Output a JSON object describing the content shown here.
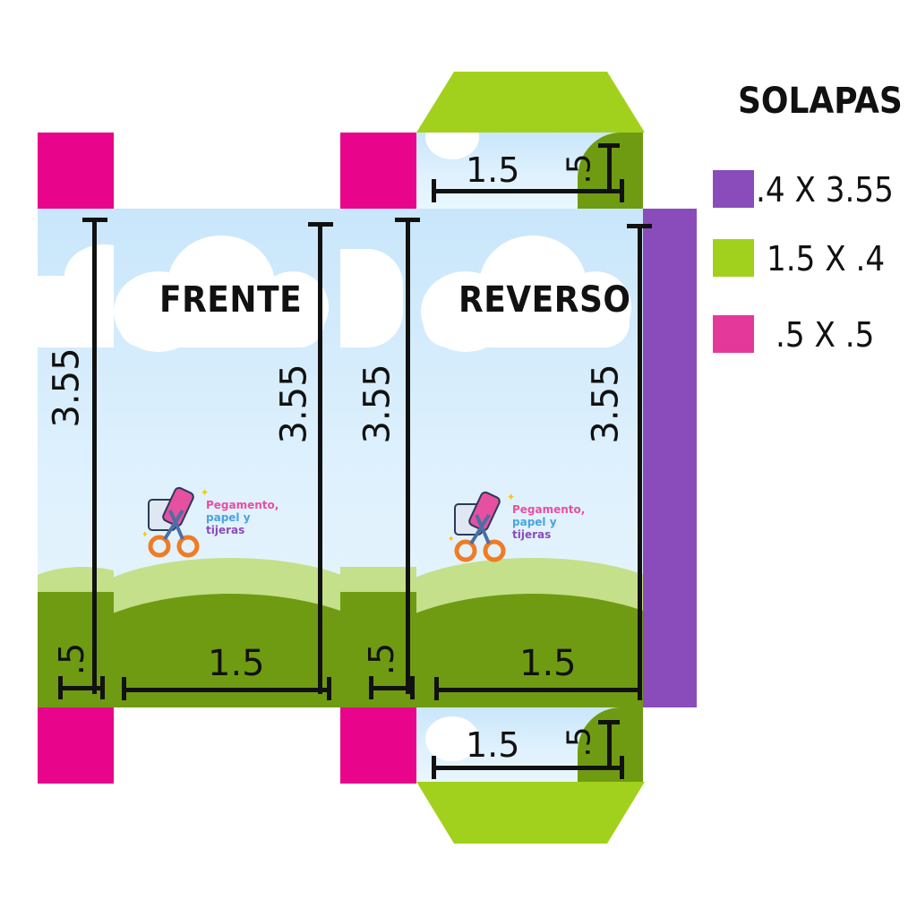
{
  "panels": {
    "front_title": "FRENTE",
    "back_title": "REVERSO"
  },
  "dimensions": {
    "height_label": "3.55",
    "width_label": "1.5",
    "side_label": ".5"
  },
  "logo": {
    "line1": "Pegamento,",
    "line2": "papel y",
    "line3": "tijeras"
  },
  "legend": {
    "title": "SOLAPAS",
    "items": [
      {
        "label": ".4 X 3.55",
        "color": "#8a4bbb"
      },
      {
        "label": "1.5 X .4",
        "color": "#a2d11d"
      },
      {
        "label": ".5 X .5",
        "color": "#e4399b"
      }
    ]
  },
  "colors": {
    "flap_magenta": "#e8048b",
    "flap_green": "#a2d11d",
    "flap_purple": "#8a4bbb",
    "sky": "#c9e6fb",
    "grass_dark": "#6f9b12",
    "grass_light": "#c4e08a"
  }
}
